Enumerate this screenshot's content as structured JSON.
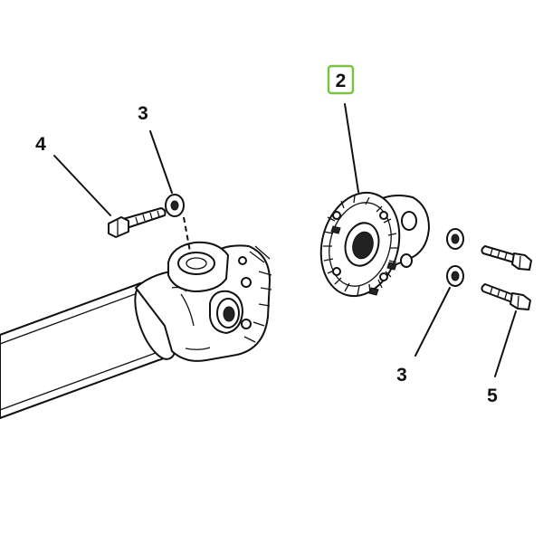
{
  "callouts": {
    "part_2": "2",
    "part_3_upper": "3",
    "part_4": "4",
    "part_3_lower": "3",
    "part_5": "5"
  },
  "colors": {
    "highlight": "#7dc242",
    "line": "#111111",
    "background": "#ffffff"
  }
}
